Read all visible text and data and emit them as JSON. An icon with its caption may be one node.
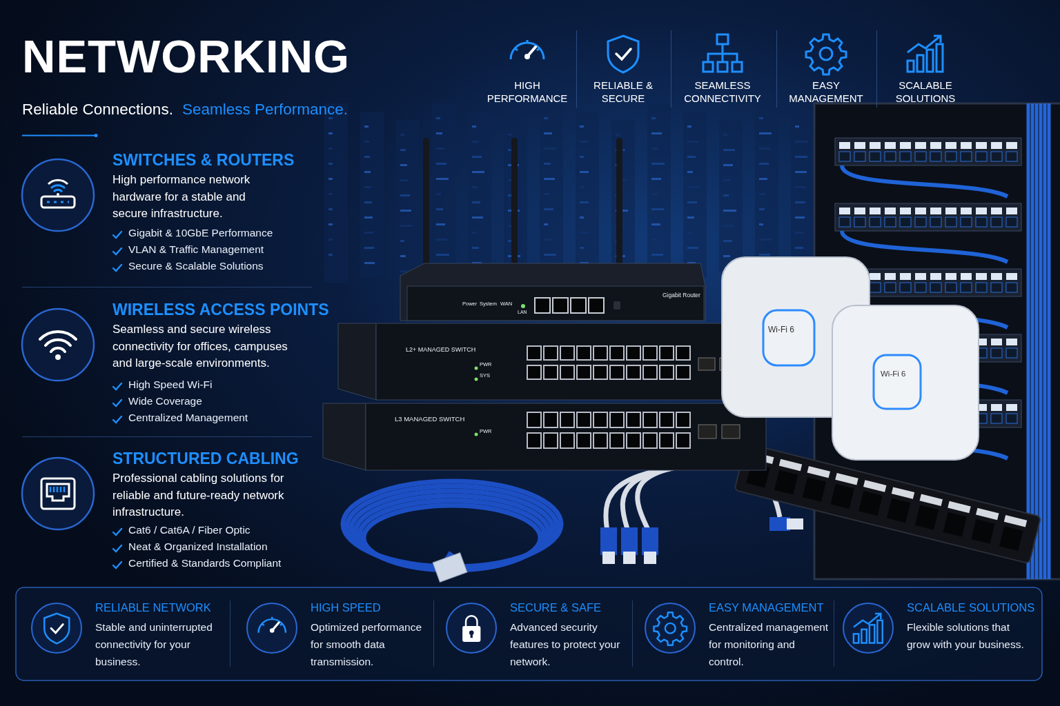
{
  "diagram": {
    "title": "NETWORKING",
    "nodes": [
      {
        "text": [
          "Power",
          "System",
          "WAN",
          "LAN",
          "Gigabit Router"
        ]
      },
      {
        "text": [
          "L2+ MANAGED SWITCH",
          "PWR",
          "SYS"
        ]
      },
      {
        "text": [
          "L3 MANAGED SWITCH",
          "PWR"
        ]
      },
      {
        "text": [
          "Wi-Fi 6"
        ]
      },
      {
        "text": [
          "Wi-Fi 6"
        ]
      },
      {
        "text": [
          "RELIABLE NETWORK",
          "Stable and uninterrupted connectivity for your business.",
          "HIGH SPEED",
          "Optimized performance for smooth data transmission.",
          "SECURE & SAFE",
          "Advanced security features to protect your network.",
          "EASY MANAGEMENT",
          "Centralized management for monitoring and control.",
          "SCALABLE SOLUTIONS",
          "Flexible solutions that grow with your business."
        ]
      }
    ],
    "edges": [],
    "labels": [
      "Reliable Connections.",
      "Seamless Performance.",
      "HIGH PERFORMANCE",
      "RELIABLE & SECURE",
      "SEAMLESS CONNECTIVITY",
      "EASY MANAGEMENT",
      "SCALABLE SOLUTIONS",
      "SWITCHES & ROUTERS",
      "High performance network hardware for a stable and secure infrastructure.",
      "Gigabit & 10GbE Performance",
      "VLAN & Traffic Management",
      "Secure & Scalable Solutions",
      "WIRELESS ACCESS POINTS",
      "Seamless and secure wireless connectivity for offices, campuses and large-scale environments.",
      "High Speed Wi-Fi",
      "Wide Coverage",
      "Centralized Management",
      "STRUCTURED CABLING",
      "Professional cabling solutions for reliable and future-ready network infrastructure.",
      "Cat6 / Cat6A / Fiber Optic",
      "Neat & Organized Installation",
      "Certified & Standards Compliant"
    ]
  }
}
